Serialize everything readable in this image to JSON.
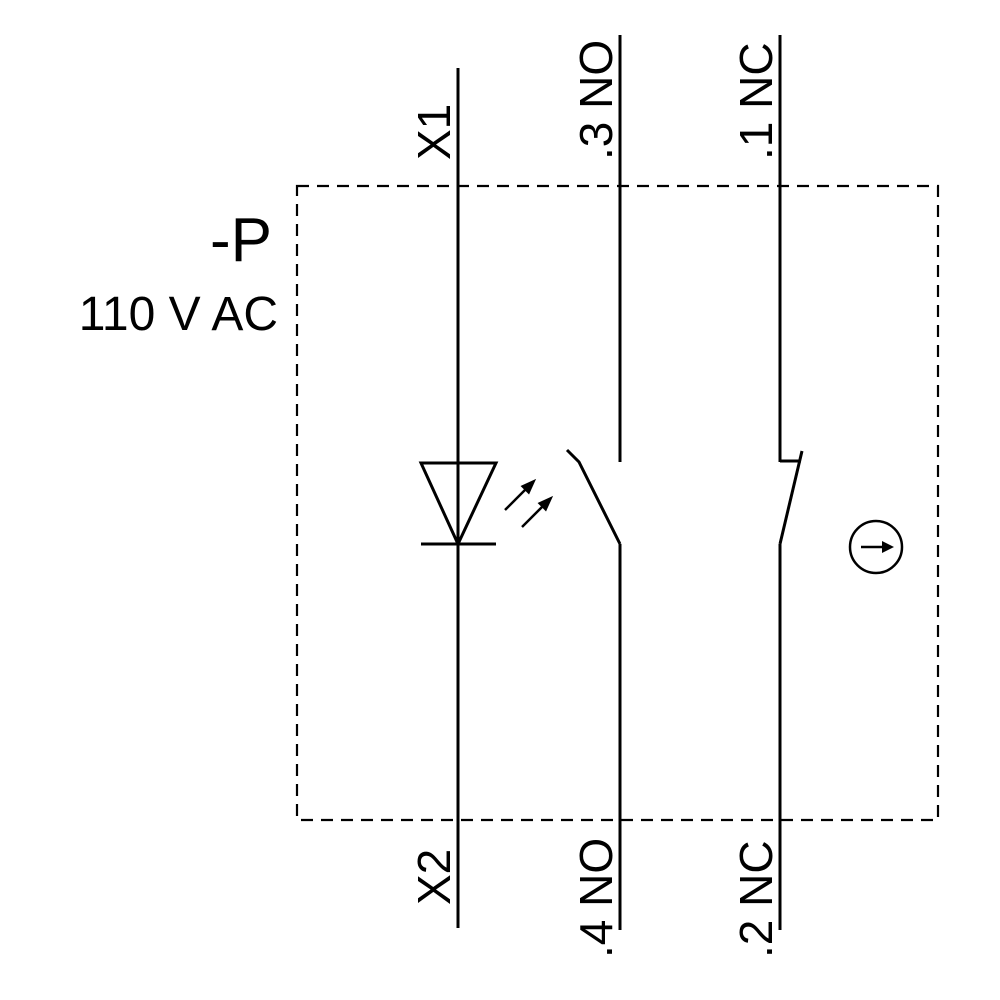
{
  "diagram": {
    "device_label": "-P",
    "voltage_label": "110 V AC",
    "circuits": [
      {
        "name": "indicator-lamp-circuit",
        "top_terminal": "X1",
        "bottom_terminal": "X2",
        "symbol": "led-lamp-symbol"
      },
      {
        "name": "normally-open-contact-circuit",
        "top_terminal": ".3 NO",
        "bottom_terminal": ".4 NO",
        "symbol": "no-contact-symbol"
      },
      {
        "name": "normally-closed-contact-circuit",
        "top_terminal": ".1 NC",
        "bottom_terminal": ".2 NC",
        "symbol": "nc-contact-symbol"
      }
    ],
    "icons": {
      "led_light_arrows": "light-emission-arrows",
      "actuator": "actuator-arrow-in-circle"
    },
    "colors": {
      "line": "#000000",
      "background": "#ffffff"
    }
  }
}
